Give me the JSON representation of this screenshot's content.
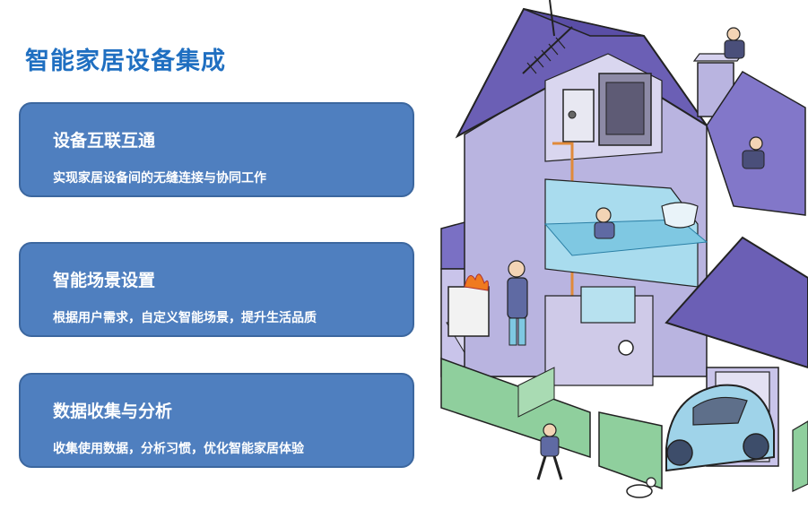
{
  "title": "智能家居设备集成",
  "cards": [
    {
      "heading": "设备互联互通",
      "description": "实现家居设备间的无缝连接与协同工作"
    },
    {
      "heading": "智能场景设置",
      "description": "根据用户需求，自定义智能场景，提升生活品质"
    },
    {
      "heading": "数据收集与分析",
      "description": "收集使用数据，分析习惯，优化智能家居体验"
    }
  ],
  "colors": {
    "title": "#1f6fc1",
    "card_fill": "#4f7fbf",
    "roof": "#6b5fb5",
    "wall": "#b9b4e0",
    "water": "#a9dcee",
    "fence": "#8fcf9d"
  }
}
